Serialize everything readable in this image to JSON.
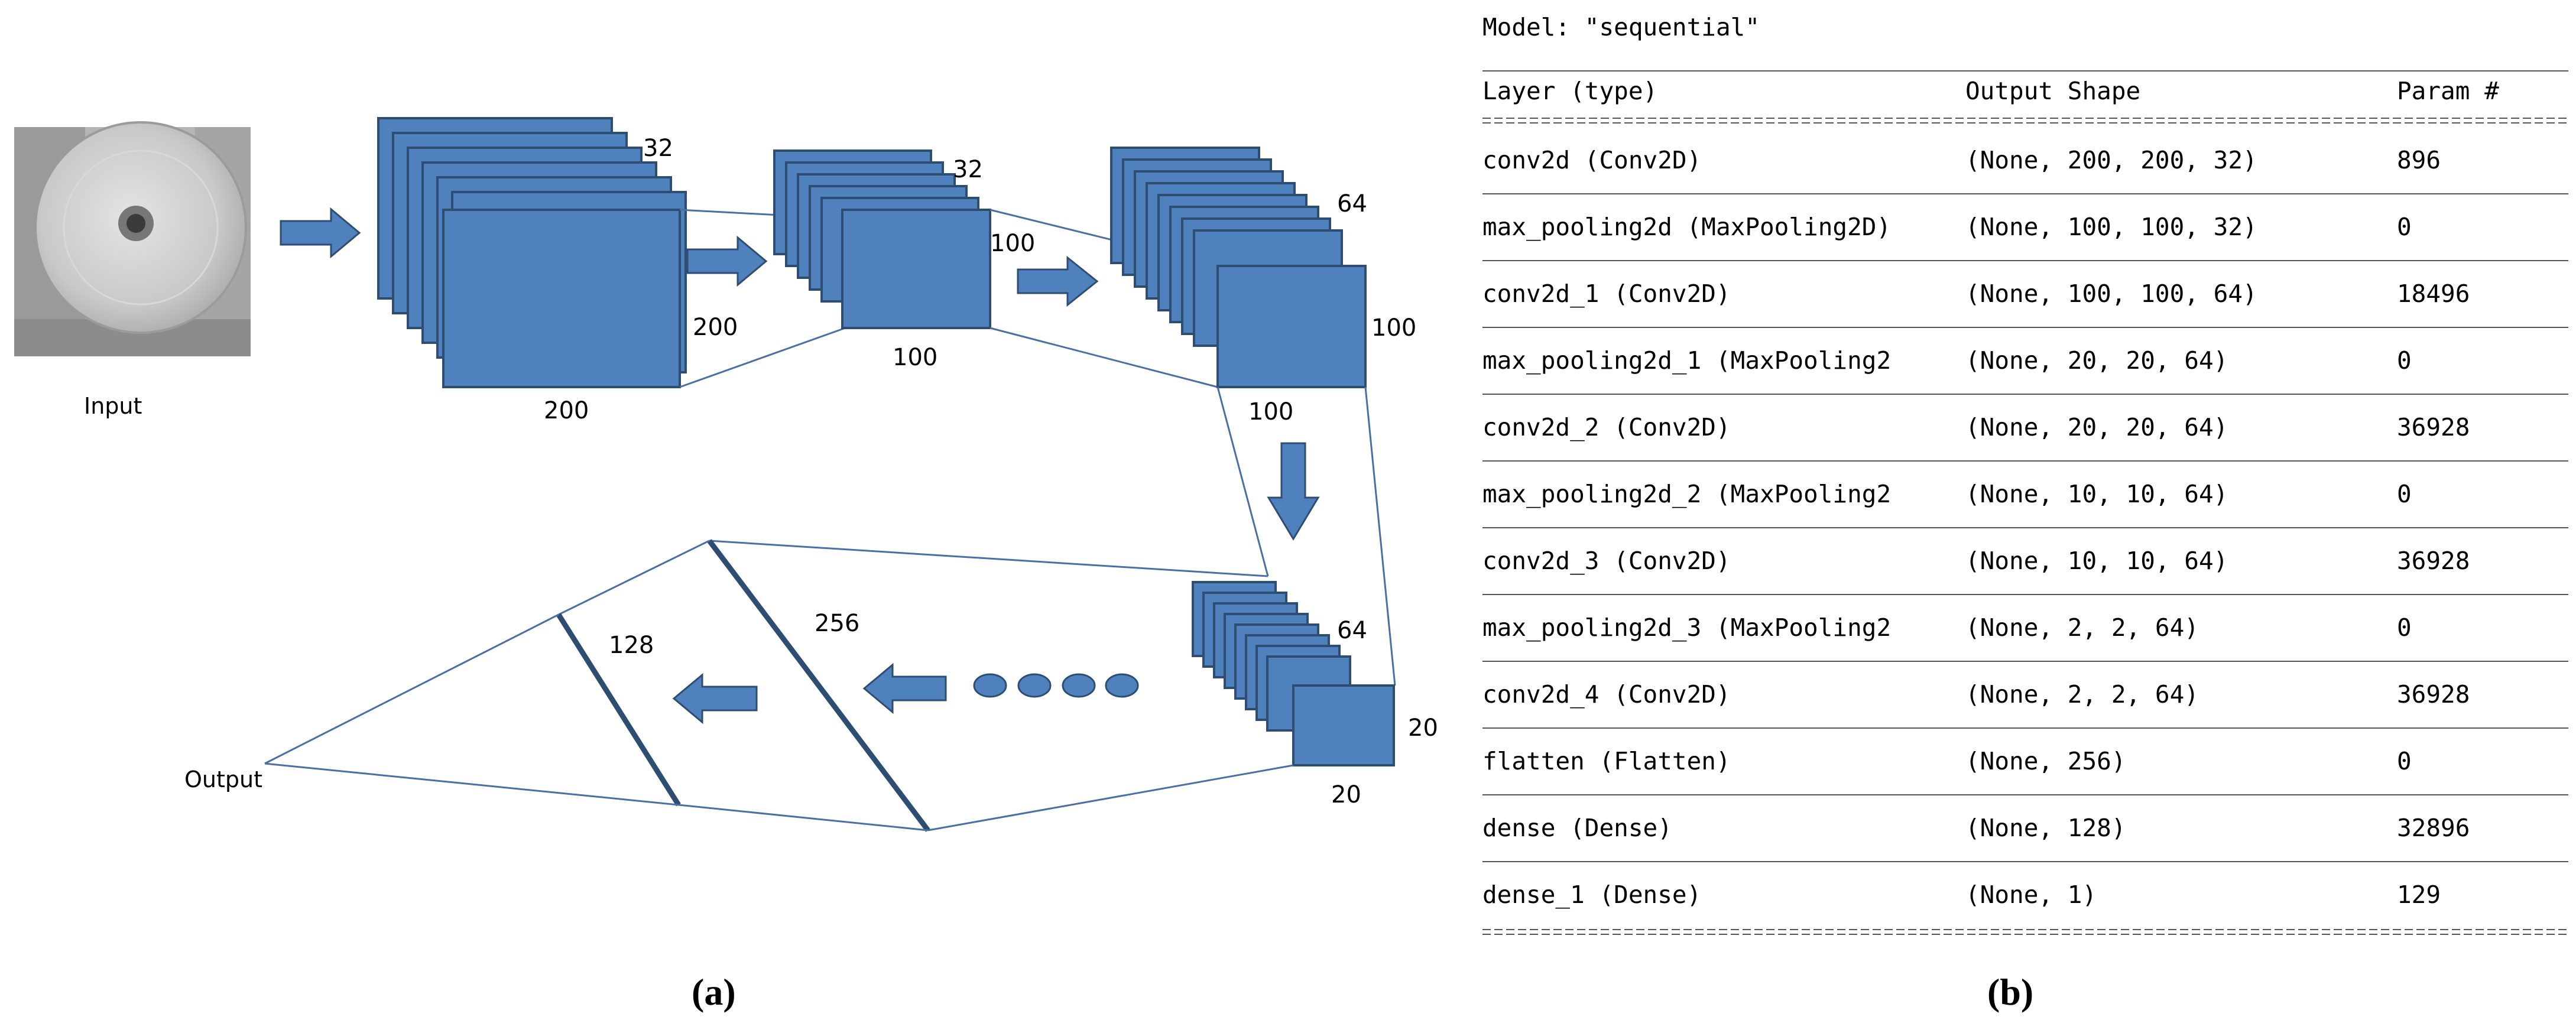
{
  "panel_a": {
    "input_label": "Input",
    "output_label": "Output",
    "caption": "(a)",
    "dims": {
      "stack1_depth": "32",
      "stack1_height": "200",
      "stack1_width": "200",
      "stack2_depth": "32",
      "stack2_height": "100",
      "stack2_width": "100",
      "stack3_depth": "64",
      "stack3_height": "100",
      "stack3_width": "100",
      "stack4_depth": "64",
      "stack4_height": "20",
      "stack4_width": "20",
      "dense1": "256",
      "dense2": "128"
    },
    "colors": {
      "block_fill": "#4f81bd",
      "block_stroke": "#2e4d72",
      "connector": "#4a6fa5"
    }
  },
  "panel_b": {
    "title": "Model: \"sequential\"",
    "headers": {
      "layer": "Layer (type)",
      "shape": "Output Shape",
      "params": "Param #"
    },
    "separator_double": "========================================================",
    "separator_single": "________________________________________________________",
    "rows": [
      {
        "layer": "conv2d (Conv2D)",
        "shape": "(None, 200, 200, 32)",
        "params": "896"
      },
      {
        "layer": "max_pooling2d (MaxPooling2D)",
        "shape": "(None, 100, 100, 32)",
        "params": "0"
      },
      {
        "layer": "conv2d_1 (Conv2D)",
        "shape": "(None, 100, 100, 64)",
        "params": "18496"
      },
      {
        "layer": "max_pooling2d_1 (MaxPooling2",
        "shape": "(None, 20, 20, 64)",
        "params": "0"
      },
      {
        "layer": "conv2d_2 (Conv2D)",
        "shape": "(None, 20, 20, 64)",
        "params": "36928"
      },
      {
        "layer": "max_pooling2d_2 (MaxPooling2",
        "shape": "(None, 10, 10, 64)",
        "params": "0"
      },
      {
        "layer": "conv2d_3 (Conv2D)",
        "shape": "(None, 10, 10, 64)",
        "params": "36928"
      },
      {
        "layer": "max_pooling2d_3 (MaxPooling2",
        "shape": "(None, 2, 2, 64)",
        "params": "0"
      },
      {
        "layer": "conv2d_4 (Conv2D)",
        "shape": "(None, 2, 2, 64)",
        "params": "36928"
      },
      {
        "layer": "flatten (Flatten)",
        "shape": "(None, 256)",
        "params": "0"
      },
      {
        "layer": "dense (Dense)",
        "shape": "(None, 128)",
        "params": "32896"
      },
      {
        "layer": "dense_1 (Dense)",
        "shape": "(None, 1)",
        "params": "129"
      }
    ],
    "caption": "(b)"
  }
}
